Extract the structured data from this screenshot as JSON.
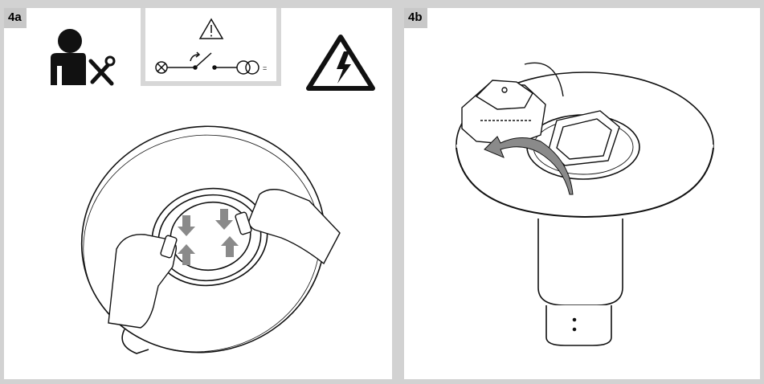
{
  "panels": [
    {
      "label": "4a"
    },
    {
      "label": "4b"
    }
  ],
  "wiring": {
    "output_symbol": "="
  },
  "colors": {
    "background": "#d2d2d2",
    "panel": "#ffffff",
    "info_box_frame": "#d7d7d7",
    "arrow_gray": "#8a8a8a",
    "line": "#111111"
  },
  "icons": [
    "technician-with-tools-icon",
    "warning-triangle-icon",
    "disconnect-switch-diagram",
    "electric-hazard-icon"
  ]
}
